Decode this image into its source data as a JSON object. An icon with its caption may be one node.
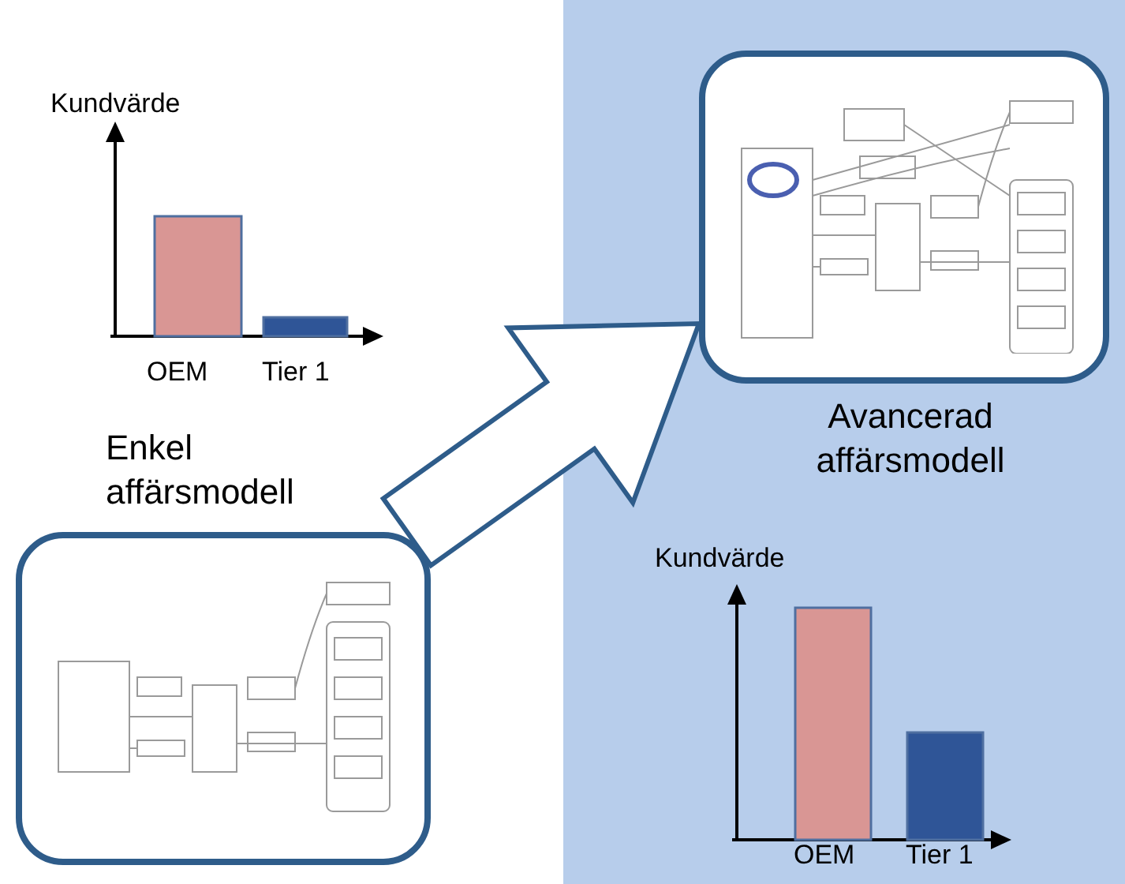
{
  "diagram": {
    "nodes": [
      {
        "text": [],
        "shape": "picture",
        "beside": [
          "Enkel affärsmodell"
        ]
      },
      {
        "text": [],
        "shape": "box"
      },
      {
        "text": [],
        "shape": "picture",
        "in": 1,
        "beside": [
          "Avancerad affärsmodell"
        ]
      }
    ],
    "edges": [
      {
        "from": 0,
        "to": 2,
        "arrow": "to",
        "style": "thick"
      }
    ],
    "labels": [
      "Kundvärde",
      "OEM",
      "Tier 1",
      "Kundvärde",
      "OEM",
      "Tier 1"
    ]
  }
}
